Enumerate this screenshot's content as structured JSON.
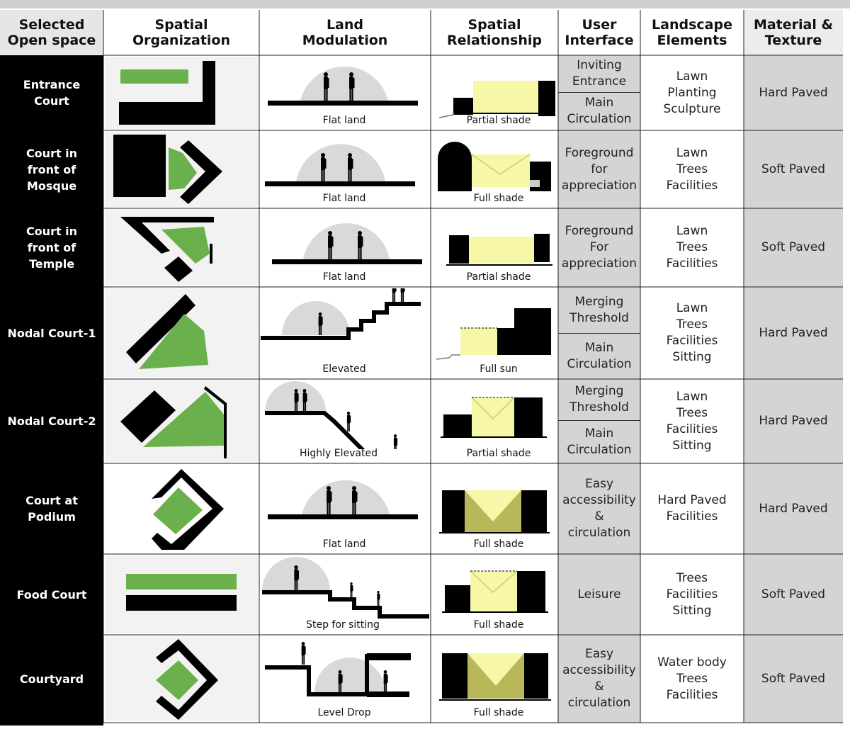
{
  "headers": {
    "selected": "Selected\nOpen space",
    "spatial_org": "Spatial\nOrganization",
    "land_mod": "Land\nModulation",
    "spatial_rel": "Spatial\nRelationship",
    "user_interface": "User\nInterface",
    "landscape": "Landscape\nElements",
    "material": "Material &\nTexture"
  },
  "rows": [
    {
      "name": "Entrance\nCourt",
      "land_caption": "Flat land",
      "rel_caption": "Partial shade",
      "ui": [
        "Inviting\nEntrance",
        "Main\nCirculation"
      ],
      "landscape": "Lawn\nPlanting\nSculpture",
      "material": "Hard Paved"
    },
    {
      "name": "Court in\nfront of\nMosque",
      "land_caption": "Flat land",
      "rel_caption": "Full shade",
      "ui": [
        "Foreground\nfor\nappreciation"
      ],
      "landscape": "Lawn\nTrees\nFacilities",
      "material": "Soft Paved"
    },
    {
      "name": "Court in\nfront of\nTemple",
      "land_caption": "Flat land",
      "rel_caption": "Partial shade",
      "ui": [
        "Foreground\nFor\nappreciation"
      ],
      "landscape": "Lawn\nTrees\nFacilities",
      "material": "Soft Paved"
    },
    {
      "name": "Nodal Court-1",
      "land_caption": "Elevated",
      "rel_caption": "Full sun",
      "ui": [
        "Merging\nThreshold",
        "Main\nCirculation"
      ],
      "landscape": "Lawn\nTrees\nFacilities\nSitting",
      "material": "Hard Paved"
    },
    {
      "name": "Nodal Court-2",
      "land_caption": "Highly Elevated",
      "rel_caption": "Partial shade",
      "ui": [
        "Merging\nThreshold",
        "Main\nCirculation"
      ],
      "landscape": "Lawn\nTrees\nFacilities\nSitting",
      "material": "Hard Paved"
    },
    {
      "name": "Court at\nPodium",
      "land_caption": "Flat land",
      "rel_caption": "Full shade",
      "ui": [
        "Easy\naccessibility &\ncirculation"
      ],
      "landscape": "Hard Paved\nFacilities",
      "material": "Hard Paved"
    },
    {
      "name": "Food Court",
      "land_caption": "Step for sitting",
      "rel_caption": "Full shade",
      "ui": [
        "Leisure"
      ],
      "landscape": "Trees\nFacilities\nSitting",
      "material": "Soft Paved"
    },
    {
      "name": "Courtyard",
      "land_caption": "Level Drop",
      "rel_caption": "Full shade",
      "ui": [
        "Easy\naccessibility &\ncirculation"
      ],
      "landscape": "Water body\nTrees\nFacilities",
      "material": "Soft Paved"
    }
  ],
  "colors": {
    "green": "#6ab04c",
    "light_yellow": "#f7f7a8",
    "olive": "#b8b85a",
    "dome": "#d9d9d9",
    "cell_gray": "#d4d4d4",
    "black": "#000000"
  }
}
